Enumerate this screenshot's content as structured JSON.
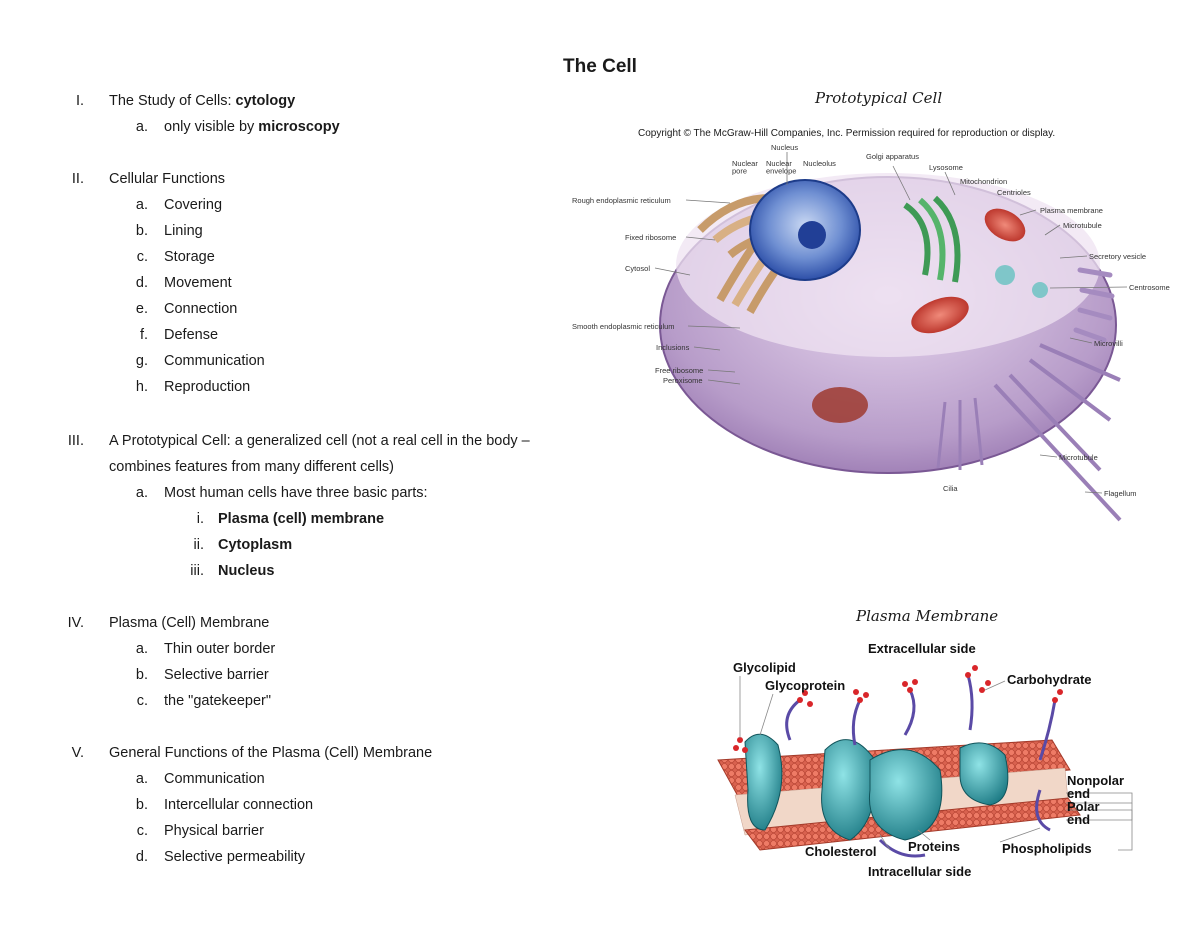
{
  "title": "The Cell",
  "sections": [
    {
      "num": "I.",
      "text": "The Study of Cells: ",
      "bold": "cytology",
      "items": [
        {
          "num": "a.",
          "text": "only visible by ",
          "bold": "microscopy"
        }
      ]
    },
    {
      "num": "II.",
      "text": "Cellular Functions",
      "items": [
        {
          "num": "a.",
          "text": "Covering"
        },
        {
          "num": "b.",
          "text": "Lining"
        },
        {
          "num": "c.",
          "text": "Storage"
        },
        {
          "num": "d.",
          "text": "Movement"
        },
        {
          "num": "e.",
          "text": "Connection"
        },
        {
          "num": "f.",
          "text": "Defense"
        },
        {
          "num": "g.",
          "text": "Communication"
        },
        {
          "num": "h.",
          "text": "Reproduction"
        }
      ]
    },
    {
      "num": "III.",
      "text": "A Prototypical Cell: a generalized cell (not a real cell in the body –",
      "text2": "combines features from many different cells)",
      "items": [
        {
          "num": "a.",
          "text": "Most human cells have three basic parts:"
        }
      ],
      "subitems": [
        {
          "num": "i.",
          "bold": "Plasma (cell) membrane"
        },
        {
          "num": "ii.",
          "bold": "Cytoplasm"
        },
        {
          "num": "iii.",
          "bold": "Nucleus"
        }
      ]
    },
    {
      "num": "IV.",
      "text": "Plasma (Cell) Membrane",
      "items": [
        {
          "num": "a.",
          "text": "Thin outer border"
        },
        {
          "num": "b.",
          "text": "Selective barrier"
        },
        {
          "num": "c.",
          "text": "the \"gatekeeper\""
        }
      ]
    },
    {
      "num": "V.",
      "text": "General Functions of the  Plasma (Cell) Membrane",
      "items": [
        {
          "num": "a.",
          "text": "Communication"
        },
        {
          "num": "b.",
          "text": "Intercellular connection"
        },
        {
          "num": "c.",
          "text": "Physical barrier"
        },
        {
          "num": "d.",
          "text": "Selective permeability"
        }
      ]
    }
  ],
  "cell_figure": {
    "title": "Prototypical Cell",
    "copyright": "Copyright © The McGraw-Hill Companies, Inc. Permission required for reproduction or display.",
    "labels": {
      "nucleus": "Nucleus",
      "nuclear_pore": "Nuclear\npore",
      "nuclear_envelope": "Nuclear\nenvelope",
      "nucleolus": "Nucleolus",
      "golgi": "Golgi apparatus",
      "lysosome": "Lysosome",
      "mitochondrion": "Mitochondrion",
      "centrioles": "Centrioles",
      "plasma_membrane": "Plasma membrane",
      "microtubule_top": "Microtubule",
      "secretory_vesicle": "Secretory vesicle",
      "centrosome": "Centrosome",
      "microvilli": "Microvilli",
      "microtubule_bottom": "Microtubule",
      "flagellum": "Flagellum",
      "cilia": "Cilia",
      "rough_er": "Rough endoplasmic reticulum",
      "fixed_ribosome": "Fixed ribosome",
      "cytosol": "Cytosol",
      "smooth_er": "Smooth endoplasmic reticulum",
      "inclusions": "Inclusions",
      "free_ribosome": "Free ribosome",
      "peroxisome": "Peroxisome"
    }
  },
  "membrane_figure": {
    "title": "Plasma Membrane",
    "labels": {
      "extracellular": "Extracellular side",
      "glycolipid": "Glycolipid",
      "glycoprotein": "Glycoprotein",
      "carbohydrate": "Carbohydrate",
      "nonpolar": "Nonpolar\nend",
      "polar": "Polar\nend",
      "cholesterol": "Cholesterol",
      "proteins": "Proteins",
      "phospholipids": "Phospholipids",
      "intracellular": "Intracellular side"
    }
  }
}
